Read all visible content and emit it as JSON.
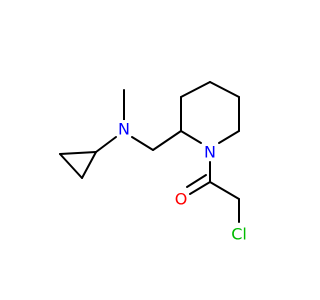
{
  "molecule": {
    "atoms": {
      "n_amine": {
        "symbol": "N",
        "color": "#0000ff"
      },
      "n_ring": {
        "symbol": "N",
        "color": "#0000ff"
      },
      "o_carbonyl": {
        "symbol": "O",
        "color": "#ff0000"
      },
      "cl": {
        "symbol": "Cl",
        "color": "#00bb00"
      }
    },
    "bond_color": "#000000",
    "background": "#ffffff"
  }
}
